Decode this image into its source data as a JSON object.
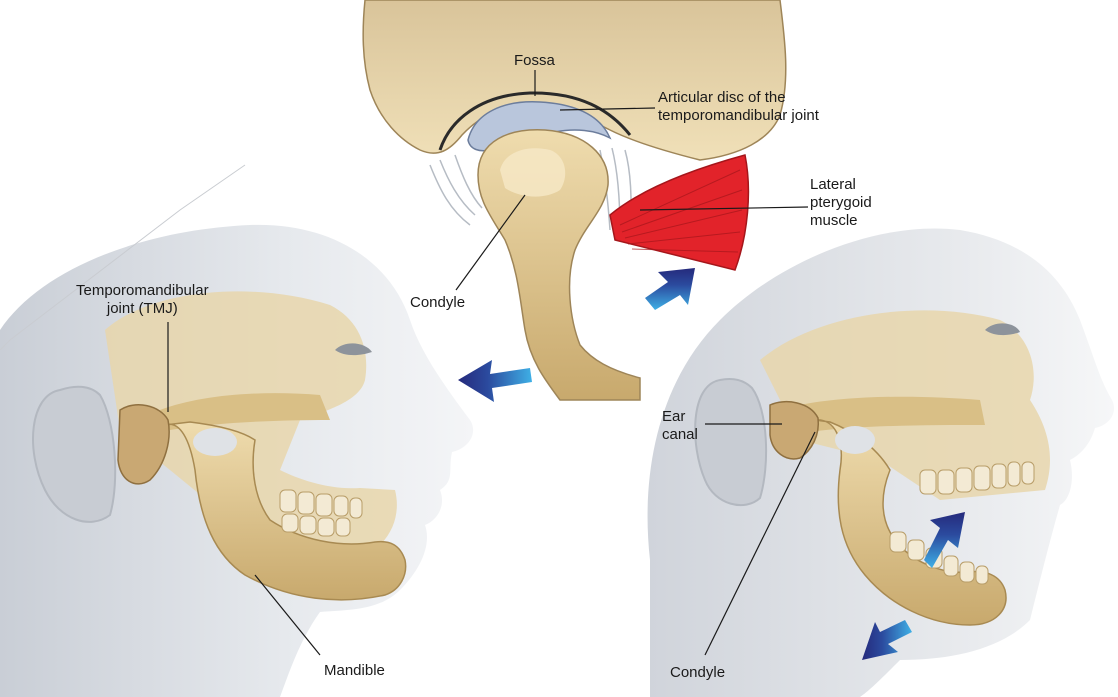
{
  "labels": {
    "fossa": "Fossa",
    "articular_disc": [
      "Articular disc of the",
      "temporomandibular joint"
    ],
    "lateral_pterygoid": [
      "Lateral",
      "pterygoid",
      "muscle"
    ],
    "condyle_top": "Condyle",
    "tmj": [
      "Temporomandibular",
      "joint (TMJ)"
    ],
    "ear_canal": [
      "Ear",
      "canal"
    ],
    "mandible": "Mandible",
    "condyle_bottom": "Condyle"
  },
  "colors": {
    "bone": "#e3cc9b",
    "bone_shade": "#b99a62",
    "skin": "#d9dde2",
    "muscle": "#e2232a",
    "disc": "#b9c6dc",
    "arrow": "#2b2f86",
    "arrow_tail": "#3aa7df"
  }
}
